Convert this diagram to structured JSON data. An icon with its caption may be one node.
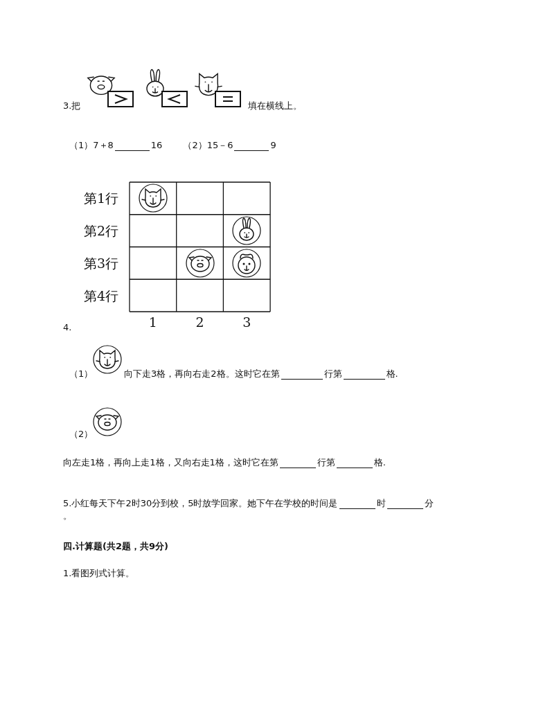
{
  "diagram": {
    "labels": [
      "3.把",
      "填在横线上。",
      "（1）7＋8",
      "16",
      "（2）15－6",
      "9",
      "第1行",
      "第2行",
      "第3行",
      "第4行",
      "1",
      "2",
      "3",
      "4.",
      "（1）",
      "向下走3格，再向右走2格。这时它在第",
      "行第",
      "格.",
      "（2）",
      "向左走1格，再向上走1格，又向右走1格，这时它在第",
      "行第",
      "格.",
      "5.小红每天下午2时30分到校，5时放学回家。她下午在学校的时间是",
      "时",
      "分",
      "。",
      "四.计算题(共2题，共9分)",
      "1.看图列式计算。"
    ]
  }
}
